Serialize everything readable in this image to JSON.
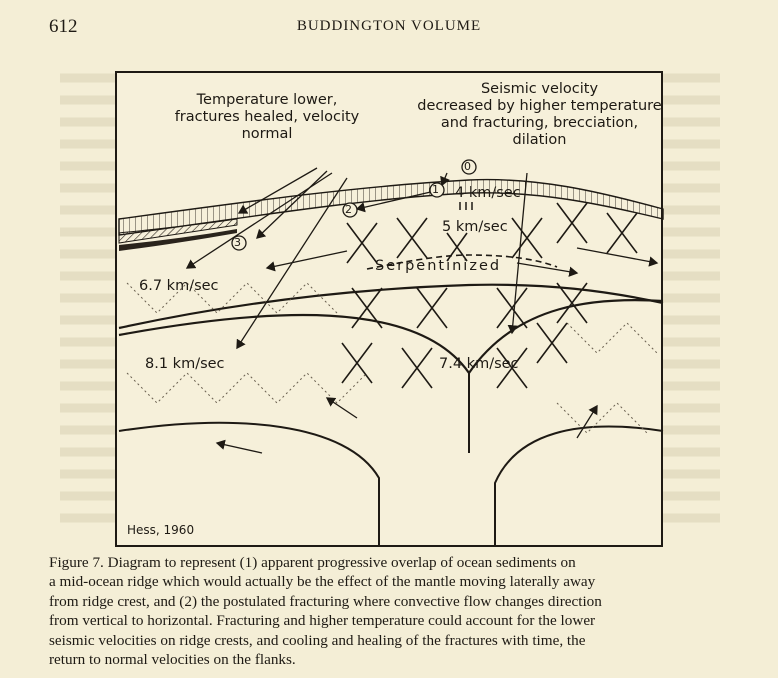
{
  "header": {
    "page_number": "612",
    "running_head": "BUDDINGTON VOLUME"
  },
  "figure": {
    "labels": {
      "temperature_note": [
        "Temperature lower,",
        "fractures healed, velocity",
        "normal"
      ],
      "seismic_note": [
        "Seismic velocity",
        "decreased by higher temperature",
        "and fracturing, brecciation,",
        "dilation"
      ],
      "v_4": "4 km/sec",
      "v_5": "5 km/sec",
      "serpentinized": "Serpentinized",
      "v_67": "6.7 km/sec",
      "v_81": "8.1 km/sec",
      "v_74": "7.4 km/sec",
      "marker_1": "1",
      "marker_2": "2",
      "marker_3": "3",
      "marker_0": "0",
      "credit": "Hess, 1960"
    }
  },
  "caption": {
    "lines": [
      "Figure 7. Diagram to represent (1) apparent progressive overlap of ocean sediments on",
      "a mid-ocean ridge which would actually be the effect of the mantle moving laterally away",
      "from ridge crest, and (2) the postulated fracturing where convective flow changes direction",
      "from vertical to horizontal. Fracturing and higher temperature could account for the lower",
      "seismic velocities on ridge crests, and cooling and healing of the fractures with time, the",
      "return to normal velocities on the flanks."
    ]
  }
}
